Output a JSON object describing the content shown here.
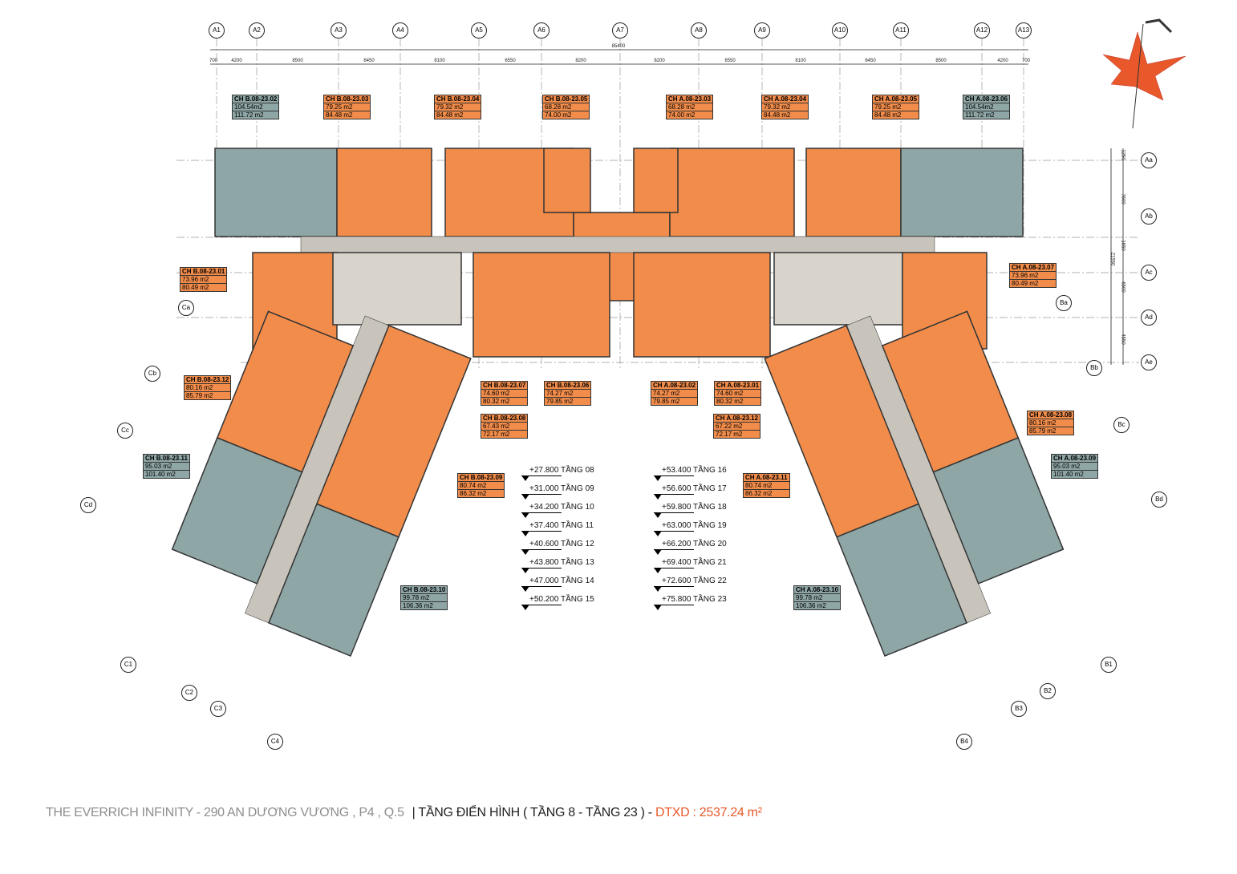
{
  "colors": {
    "unit_orange": "#f28c4a",
    "unit_teal": "#8fa6a6",
    "corridor": "#c8c4bc",
    "accent": "#e8582a",
    "compass": "#e8582a"
  },
  "grid_axes_top": [
    "A1",
    "A2",
    "A3",
    "A4",
    "A5",
    "A6",
    "A7",
    "A8",
    "A9",
    "A10",
    "A11",
    "A12",
    "A13"
  ],
  "grid_axes_right": [
    "Aa",
    "Ab",
    "Ac",
    "Ad",
    "Ae"
  ],
  "grid_axes_left_wing": [
    "Ca",
    "Cb",
    "Cc",
    "Cd",
    "C1",
    "C2",
    "C3",
    "C4"
  ],
  "grid_axes_right_wing": [
    "Ba",
    "Bb",
    "Bc",
    "Bd",
    "B1",
    "B2",
    "B3",
    "B4"
  ],
  "dims_top": [
    "700",
    "4200",
    "8500",
    "6450",
    "8100",
    "6550",
    "8200",
    "8200",
    "6550",
    "8100",
    "6450",
    "8500",
    "4200",
    "700"
  ],
  "dim_total": "85400",
  "dims_right": [
    "1250",
    "7600",
    "1650",
    "6500",
    "4550",
    "21550"
  ],
  "units": [
    {
      "name": "CH B.08-23.02",
      "a1": "104.54m2",
      "a2": "111.72 m2",
      "kind": "teal"
    },
    {
      "name": "CH B.08-23.03",
      "a1": "79.25 m2",
      "a2": "84.48 m2",
      "kind": "orange"
    },
    {
      "name": "CH B.08-23.04",
      "a1": "79.32 m2",
      "a2": "84.48 m2",
      "kind": "orange"
    },
    {
      "name": "CH B.08-23.05",
      "a1": "68.28 m2",
      "a2": "74.00 m2",
      "kind": "orange"
    },
    {
      "name": "CH A.08-23.03",
      "a1": "68.28 m2",
      "a2": "74.00 m2",
      "kind": "orange"
    },
    {
      "name": "CH A.08-23.04",
      "a1": "79.32 m2",
      "a2": "84.48 m2",
      "kind": "orange"
    },
    {
      "name": "CH A.08-23.05",
      "a1": "79.25 m2",
      "a2": "84.48 m2",
      "kind": "orange"
    },
    {
      "name": "CH A.08-23.06",
      "a1": "104.54m2",
      "a2": "111.72 m2",
      "kind": "teal"
    },
    {
      "name": "CH B.08-23.01",
      "a1": "73.96 m2",
      "a2": "80.49 m2",
      "kind": "orange"
    },
    {
      "name": "CH A.08-23.07",
      "a1": "73.96 m2",
      "a2": "80.49 m2",
      "kind": "orange"
    },
    {
      "name": "CH B.08-23.12",
      "a1": "80.16 m2",
      "a2": "85.79 m2",
      "kind": "orange"
    },
    {
      "name": "CH B.08-23.07",
      "a1": "74.60 m2",
      "a2": "80.32 m2",
      "kind": "orange"
    },
    {
      "name": "CH B.08-23.06",
      "a1": "74.27 m2",
      "a2": "79.85 m2",
      "kind": "orange"
    },
    {
      "name": "CH A.08-23.02",
      "a1": "74.27 m2",
      "a2": "79.85 m2",
      "kind": "orange"
    },
    {
      "name": "CH A.08-23.01",
      "a1": "74.60 m2",
      "a2": "80.32 m2",
      "kind": "orange"
    },
    {
      "name": "CH B.08-23.08",
      "a1": "67.43 m2",
      "a2": "72.17 m2",
      "kind": "orange"
    },
    {
      "name": "CH A.08-23.12",
      "a1": "67.22 m2",
      "a2": "72.17 m2",
      "kind": "orange"
    },
    {
      "name": "CH A.08-23.08",
      "a1": "80.16 m2",
      "a2": "85.79 m2",
      "kind": "orange"
    },
    {
      "name": "CH B.08-23.11",
      "a1": "95.03 m2",
      "a2": "101.40 m2",
      "kind": "teal"
    },
    {
      "name": "CH B.08-23.09",
      "a1": "80.74 m2",
      "a2": "86.32 m2",
      "kind": "orange"
    },
    {
      "name": "CH A.08-23.11",
      "a1": "80.74 m2",
      "a2": "86.32 m2",
      "kind": "orange"
    },
    {
      "name": "CH A.08-23.09",
      "a1": "95.03 m2",
      "a2": "101.40 m2",
      "kind": "teal"
    },
    {
      "name": "CH B.08-23.10",
      "a1": "99.78 m2",
      "a2": "106.36 m2",
      "kind": "teal"
    },
    {
      "name": "CH A.08-23.10",
      "a1": "99.78 m2",
      "a2": "106.36 m2",
      "kind": "teal"
    }
  ],
  "levels": [
    "+27.800 TẦNG 08",
    "+31.000 TẦNG 09",
    "+34.200 TẦNG 10",
    "+37.400 TẦNG 11",
    "+40.600 TẦNG 12",
    "+43.800 TẦNG 13",
    "+47.000 TẦNG 14",
    "+50.200 TẦNG 15",
    "+53.400 TẦNG 16",
    "+56.600 TẦNG 17",
    "+59.800 TẦNG 18",
    "+63.000 TẦNG 19",
    "+66.200 TẦNG 20",
    "+69.400 TẦNG 21",
    "+72.600 TẦNG 22",
    "+75.800 TẦNG 23"
  ],
  "footer": {
    "project": "THE EVERRICH INFINITY - 290 AN DƯƠNG VƯƠNG , P4 , Q.5",
    "floor": "| TẦNG ĐIỂN HÌNH ( TẦNG 8 - TẦNG 23 ) -",
    "area": "DTXD : 2537.24 m²"
  }
}
